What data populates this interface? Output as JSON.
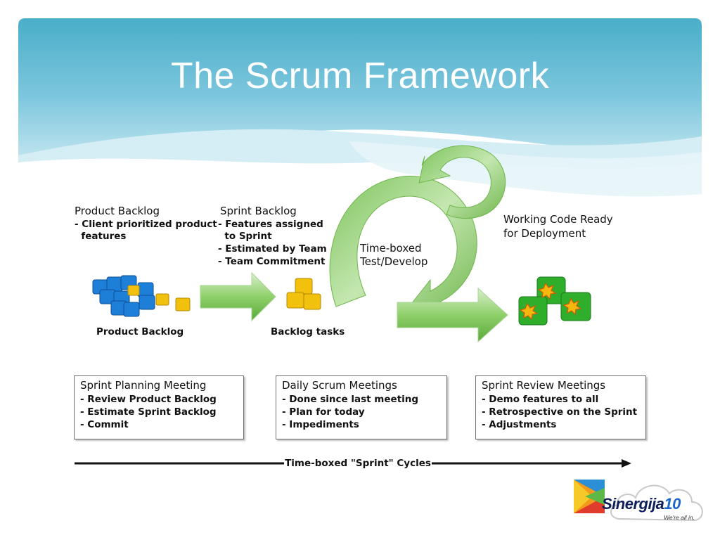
{
  "slide": {
    "title": "The Scrum Framework"
  },
  "diagram": {
    "product_backlog": {
      "heading": "Product Backlog",
      "lines": [
        "- Client prioritized product",
        "  features"
      ],
      "icon_label": "Product Backlog"
    },
    "sprint_backlog": {
      "heading": "Sprint Backlog",
      "lines": [
        "- Features assigned",
        "  to Sprint",
        "- Estimated by Team",
        "- Team Commitment"
      ],
      "icon_label": "Backlog tasks"
    },
    "cycle_label": [
      "Time-boxed",
      "Test/Develop"
    ],
    "output_label": [
      "Working Code Ready",
      "for Deployment"
    ],
    "meetings": [
      {
        "heading": "Sprint Planning Meeting",
        "items": [
          "- Review Product Backlog",
          "- Estimate Sprint Backlog",
          "- Commit"
        ]
      },
      {
        "heading": "Daily Scrum Meetings",
        "items": [
          "- Done since last meeting",
          "- Plan for today",
          "- Impediments"
        ]
      },
      {
        "heading": "Sprint Review Meetings",
        "items": [
          "- Demo features to all",
          "- Retrospective on the Sprint",
          "- Adjustments"
        ]
      }
    ],
    "timeline_label": "Time-boxed \"Sprint\" Cycles"
  },
  "logo": {
    "name_part": "Sinergija",
    "number_part": "10",
    "tagline": "We're all in."
  },
  "colors": {
    "banner_top": "#4aaec9",
    "banner_wave": "#c9e7ef",
    "arrow_green": "#7cc35a",
    "cube_blue": "#1e7fd8",
    "cube_yellow": "#f2c10e",
    "cube_green": "#2fae2c"
  },
  "icons": [
    "blue-cubes-icon",
    "yellow-cubes-icon",
    "green-cubes-icon",
    "cycle-arrow-icon",
    "cloud-logo-icon"
  ]
}
